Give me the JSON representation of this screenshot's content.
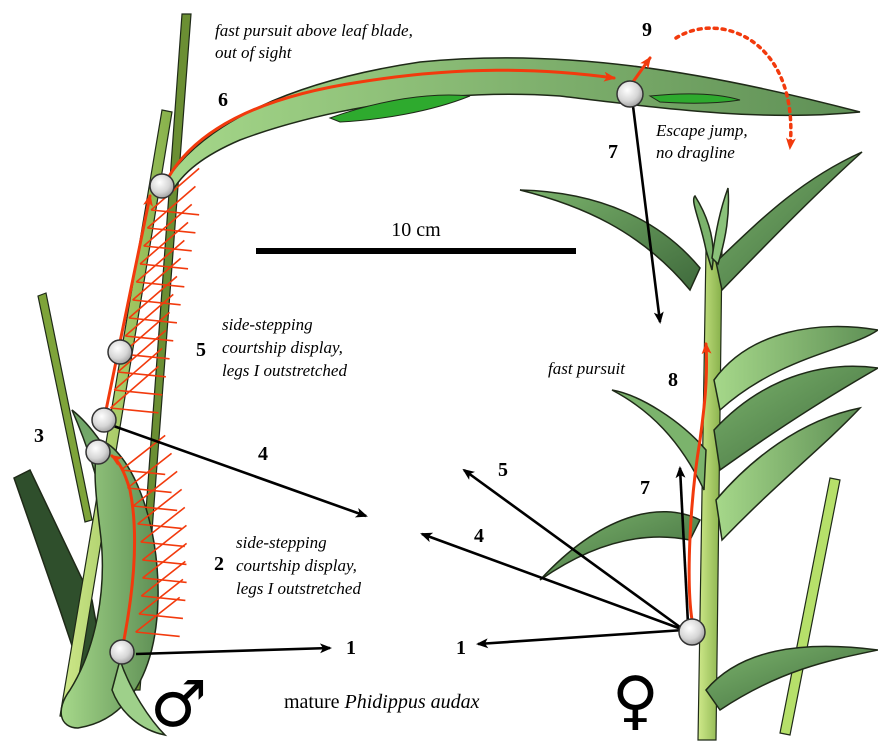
{
  "scale_bar": {
    "label": "10 cm"
  },
  "caption": {
    "prefix": "mature ",
    "species": "Phidippus audax"
  },
  "symbols": {
    "male": "♂",
    "female": "♀"
  },
  "notes": {
    "above_leaf": [
      "fast pursuit above leaf blade,",
      "out of sight"
    ],
    "escape": [
      "Escape jump,",
      "no dragline"
    ],
    "courtship_upper": [
      "side-stepping",
      "courtship display,",
      "legs I outstretched"
    ],
    "courtship_lower": [
      "side-stepping",
      "courtship display,",
      "legs I outstretched"
    ],
    "fast_pursuit": "fast pursuit"
  },
  "labels": {
    "male_1": "1",
    "female_1": "1",
    "step_2": "2",
    "step_3": "3",
    "male_4": "4",
    "female_4": "4",
    "step_5": "5",
    "female_5": "5",
    "step_6": "6",
    "female_7_upper": "7",
    "female_7_lower": "7",
    "step_8": "8",
    "step_9": "9"
  },
  "colors": {
    "path": "#f23a0d",
    "leaf_light": "#9fd17f",
    "leaf_dark": "#4f7a48",
    "accent_leaf": "#2eaa2e",
    "stem_light": "#b6e06a",
    "stem_dark": "#5e7f2c"
  }
}
